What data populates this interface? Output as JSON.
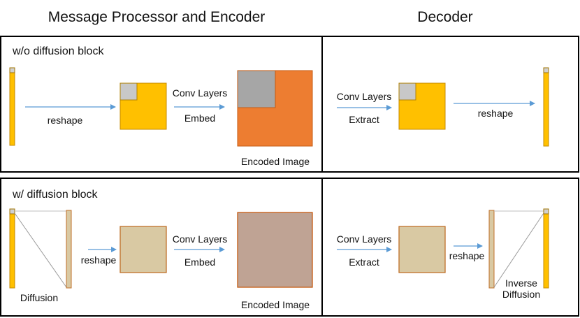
{
  "headers": {
    "left": "Message Processor and Encoder",
    "right": "Decoder"
  },
  "top_row": {
    "title": "w/o diffusion block",
    "encoder": {
      "reshape": "reshape",
      "conv_layers": "Conv Layers",
      "embed": "Embed",
      "encoded_image": "Encoded Image"
    },
    "decoder": {
      "conv_layers": "Conv Layers",
      "extract": "Extract",
      "reshape": "reshape"
    }
  },
  "bottom_row": {
    "title": "w/ diffusion block",
    "encoder": {
      "diffusion": "Diffusion",
      "reshape": "reshape",
      "conv_layers": "Conv Layers",
      "embed": "Embed",
      "encoded_image": "Encoded Image"
    },
    "decoder": {
      "conv_layers": "Conv Layers",
      "extract": "Extract",
      "reshape": "reshape",
      "inverse_line1": "Inverse",
      "inverse_line2": "Diffusion"
    }
  },
  "colors": {
    "message": "#ffc000",
    "message_border": "#c58a00",
    "gray": "#a6a6a6",
    "light_gray": "#c8c8c8",
    "orange": "#ed7d31",
    "orange_border": "#c55a11",
    "tan": "#d9c9a3",
    "tan_border": "#c0702a",
    "taupe": "#bfa394",
    "arrow": "#5b9bd5"
  }
}
